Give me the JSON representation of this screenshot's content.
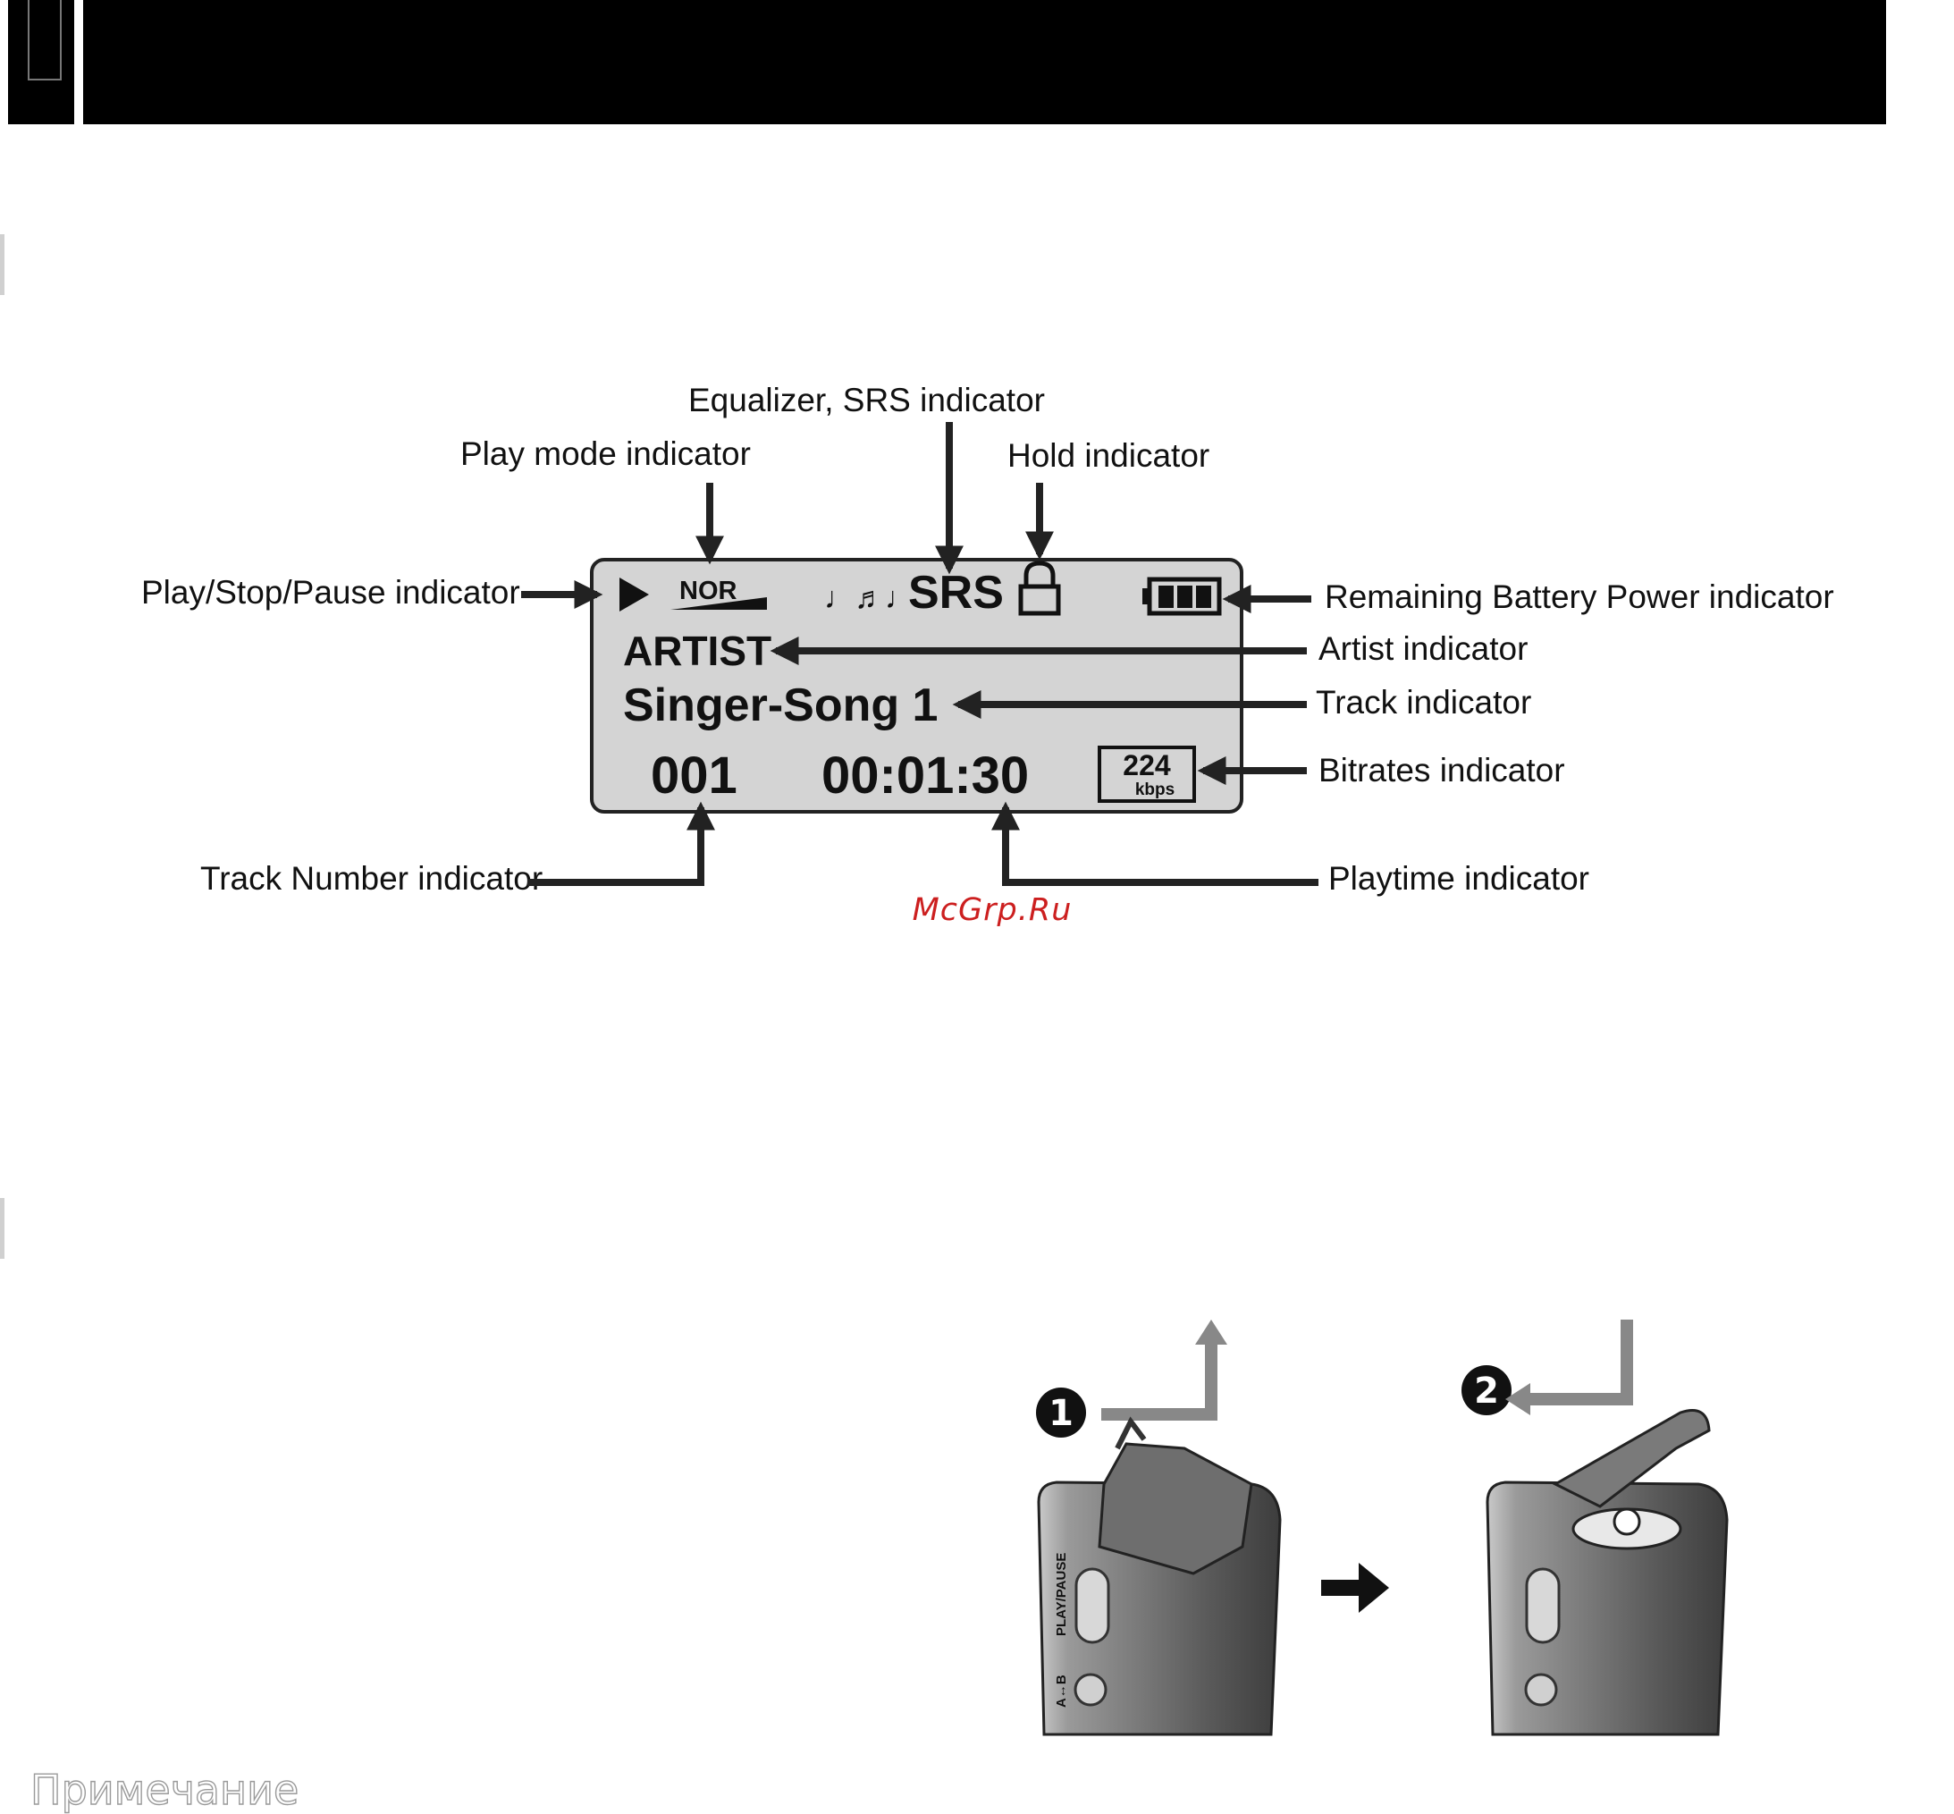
{
  "diagram": {
    "labels": {
      "equalizer": "Equalizer, SRS indicator",
      "play_mode": "Play mode indicator",
      "hold": "Hold indicator",
      "play_stop_pause": "Play/Stop/Pause indicator",
      "battery": "Remaining Battery Power indicator",
      "artist": "Artist indicator",
      "track": "Track indicator",
      "bitrates": "Bitrates indicator",
      "track_number": "Track Number indicator",
      "playtime": "Playtime indicator"
    },
    "lcd": {
      "play_mode_value": "NOR",
      "eq_glyphs": "♩♬♩",
      "srs": "SRS",
      "artist": "ARTIST",
      "track": "Singer-Song 1",
      "track_number": "001",
      "playtime": "00:01:30",
      "bitrate": "224",
      "bitrate_unit": "kbps"
    }
  },
  "watermark": "McGrp.Ru",
  "photos": {
    "step1_marker": "1",
    "step2_marker": "2",
    "device_label_play": "PLAY/PAUSE",
    "device_label_ab": "A↔B"
  },
  "footer": {
    "note": "Примечание"
  }
}
